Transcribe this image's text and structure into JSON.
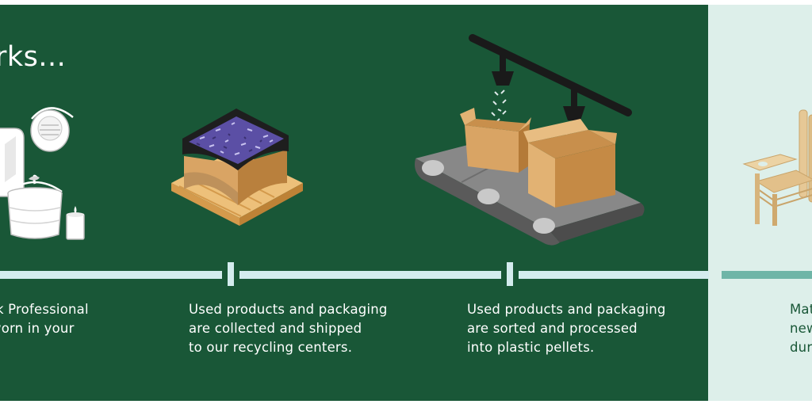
{
  "heading": "rks...",
  "steps": [
    {
      "text": "rk Professional\nworn in your"
    },
    {
      "text": "Used products and packaging\nare collected and shipped\nto our recycling centers."
    },
    {
      "text": "Used products and packaging\nare sorted and processed\ninto plastic pellets."
    },
    {
      "text": "Mat\nnew\ndur"
    }
  ],
  "icons": [
    "sharps-container-icon",
    "respirator-mask-icon",
    "bucket-icon",
    "candle-icon",
    "pallet-box-icon",
    "conveyor-belt-icon",
    "hopper-nozzle-icon",
    "cardboard-box-icon",
    "adirondack-chair-icon"
  ],
  "colors": {
    "panel_green": "#195737",
    "panel_mint": "#ddefea",
    "timeline_light": "#d4ecee",
    "timeline_teal": "#6fb5a7",
    "pellets_purple": "#5b4fa5",
    "cardboard": "#d9a464",
    "pallet_wood": "#edc07a"
  }
}
